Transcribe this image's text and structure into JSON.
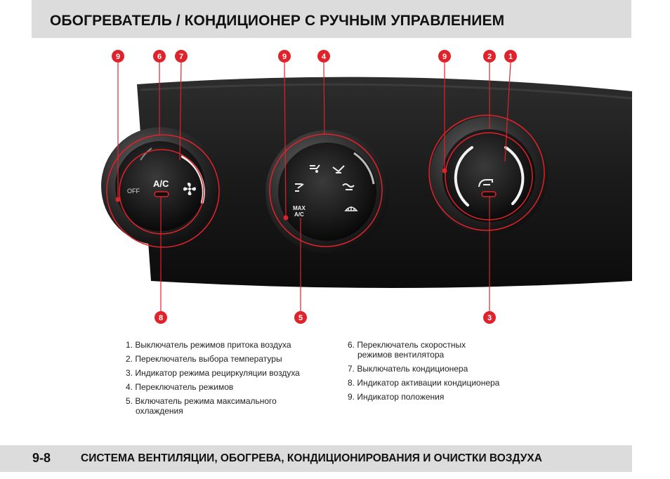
{
  "header": {
    "title": "ОБОГРЕВАТЕЛЬ / КОНДИЦИОНЕР С РУЧНЫМ УПРАВЛЕНИЕМ"
  },
  "figure": {
    "callouts": {
      "left_9": "9",
      "left_6": "6",
      "left_7": "7",
      "left_8": "8",
      "mid_9": "9",
      "mid_4": "4",
      "mid_5": "5",
      "right_9": "9",
      "right_2": "2",
      "right_1": "1",
      "right_3": "3"
    },
    "knob_left": {
      "off": "OFF",
      "ac": "A/C",
      "fan_icon": "fan-icon"
    },
    "knob_mid": {
      "max": "MAX",
      "max_ac": "A/C",
      "defrost_icon": "defrost-icon"
    },
    "knob_right": {
      "recirc_icon": "recirculation-icon"
    },
    "colors": {
      "callout": "#e0222a",
      "ring": "#e0222a",
      "panel": "#1c1c1c"
    }
  },
  "legend": {
    "left": [
      {
        "text": "1. Выключатель режимов притока воздуха"
      },
      {
        "text": "2. Переключатель выбора температуры"
      },
      {
        "text": "3. Индикатор режима рециркуляции воздуха"
      },
      {
        "text": "4. Переключатель режимов"
      },
      {
        "text": "5. Включатель режима максимального",
        "cont": "охлаждения"
      }
    ],
    "right": [
      {
        "text": "6. Переключатель скоростных",
        "cont": "режимов вентилятора"
      },
      {
        "text": "7. Выключатель кондиционера"
      },
      {
        "text": "8. Индикатор активации кондиционера"
      },
      {
        "text": "9. Индикатор положения"
      }
    ]
  },
  "footer": {
    "page": "9-8",
    "title": "СИСТЕМА ВЕНТИЛЯЦИИ, ОБОГРЕВА, КОНДИЦИОНИРОВАНИЯ И ОЧИСТКИ ВОЗДУХА"
  }
}
